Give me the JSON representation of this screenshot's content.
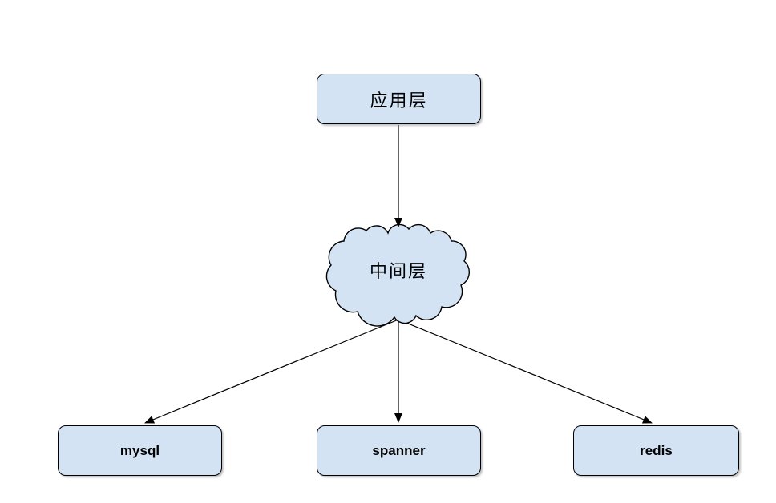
{
  "diagram": {
    "colors": {
      "node_fill": "#d3e3f3",
      "node_border": "#000000",
      "edge": "#000000",
      "background": "#ffffff"
    },
    "nodes": {
      "app": {
        "label": "应用层",
        "shape": "rounded-rect"
      },
      "middle": {
        "label": "中间层",
        "shape": "cloud"
      },
      "mysql": {
        "label": "mysql",
        "shape": "rounded-rect"
      },
      "spanner": {
        "label": "spanner",
        "shape": "rounded-rect"
      },
      "redis": {
        "label": "redis",
        "shape": "rounded-rect"
      }
    },
    "edges": [
      {
        "from": "应用层",
        "to": "中间层"
      },
      {
        "from": "中间层",
        "to": "mysql"
      },
      {
        "from": "中间层",
        "to": "spanner"
      },
      {
        "from": "中间层",
        "to": "redis"
      }
    ]
  }
}
